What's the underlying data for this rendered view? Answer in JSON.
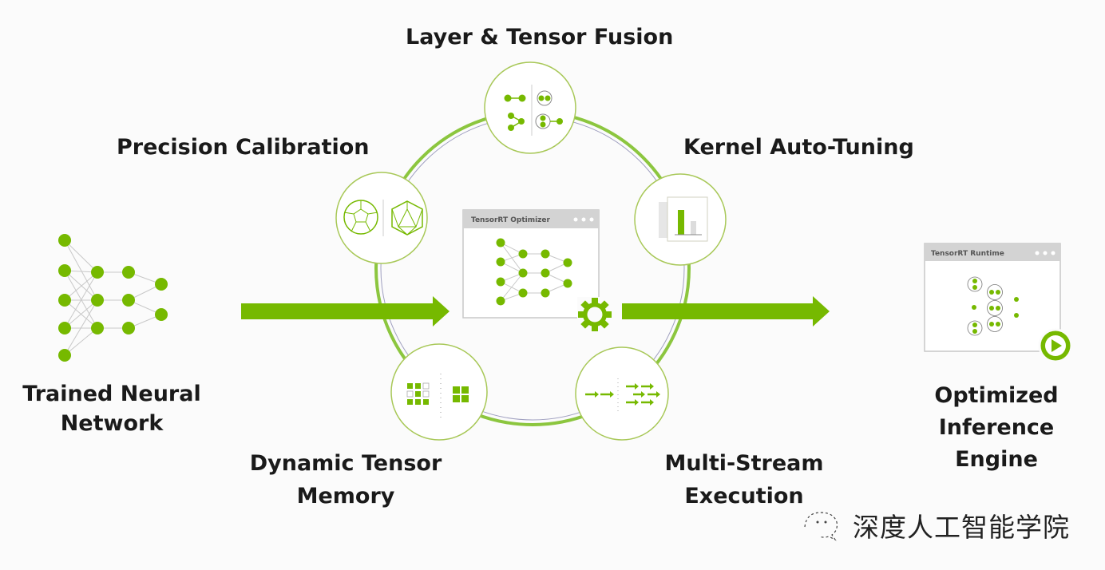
{
  "labels": {
    "input": [
      "Trained Neural",
      "Network"
    ],
    "layer_fusion": "Layer & Tensor Fusion",
    "precision": "Precision Calibration",
    "kernel": "Kernel Auto-Tuning",
    "memory": [
      "Dynamic Tensor",
      "Memory"
    ],
    "multistream": [
      "Multi-Stream",
      "Execution"
    ],
    "output": [
      "Optimized",
      "Inference",
      "Engine"
    ]
  },
  "windows": {
    "optimizer_title": "TensorRT Optimizer",
    "runtime_title": "TensorRT Runtime"
  },
  "watermark": "深度人工智能学院",
  "colors": {
    "green": "#76b900",
    "ring": "#8cc63f",
    "text": "#1a1a1a"
  }
}
